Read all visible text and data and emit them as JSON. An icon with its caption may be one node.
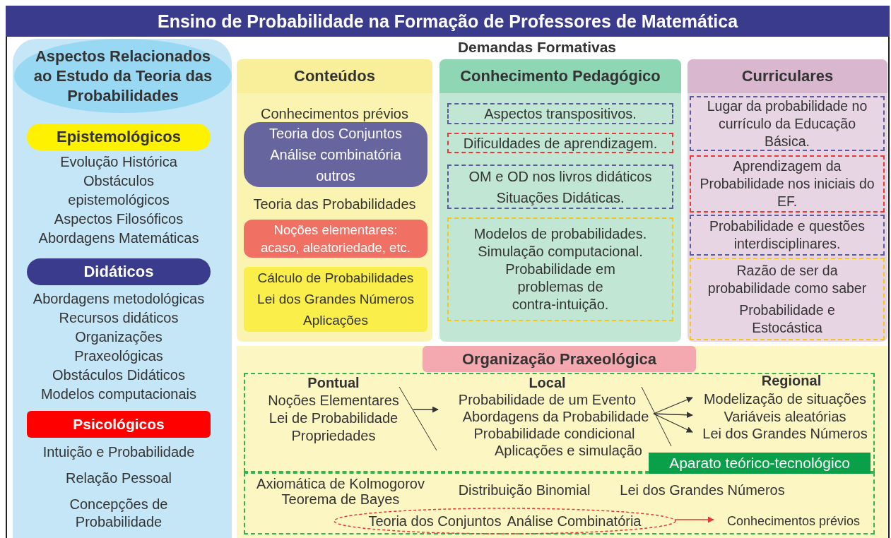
{
  "diagram": {
    "title": "Ensino de Probabilidade na Formação de Professores de Matemática",
    "nodes": [
      {
        "text": [
          "Aspectos Relacionados ao Estudo da Teoria das Probabilidades"
        ]
      },
      {
        "text": [
          "Epistemológicos"
        ],
        "in": 0,
        "beside": [
          "Evolução Histórica",
          "Obstáculos epistemológicos",
          "Aspectos Filosóficos",
          "Abordagens Matemáticas"
        ]
      },
      {
        "text": [
          "Didáticos"
        ],
        "in": 0,
        "beside": [
          "Abordagens metodológicas",
          "Recursos didáticos",
          "Organizações Praxeológicas",
          "Obstáculos Didáticos",
          "Modelos computacionais"
        ]
      },
      {
        "text": [
          "Psicológicos"
        ],
        "in": 0,
        "beside": [
          "Intuição e Probabilidade",
          "Relação Pessoal",
          "Concepções de Probabilidade"
        ]
      },
      {
        "text": [
          "Conteúdos",
          "Conhecimentos prévios",
          "Teoria das Probabilidades"
        ]
      },
      {
        "text": [
          "Teoria dos Conjuntos",
          "Análise combinatória",
          "outros"
        ],
        "in": 4
      },
      {
        "text": [
          "Noções elementares: acaso, aleatoriedade, etc."
        ],
        "in": 4
      },
      {
        "text": [
          "Cálculo de Probabilidades",
          "Lei dos Grandes Números",
          "Aplicações"
        ],
        "in": 4
      },
      {
        "text": [
          "Conhecimento Pedagógico"
        ]
      },
      {
        "text": [
          "Aspectos transpositivos."
        ],
        "in": 8
      },
      {
        "text": [
          "Dificuldades de aprendizagem."
        ],
        "in": 8
      },
      {
        "text": [
          "OM e OD nos livros didáticos",
          "Situações Didáticas."
        ],
        "in": 8
      },
      {
        "text": [
          "Modelos de probabilidades.",
          "Simulação computacional.",
          "Probabilidade em problemas de contra-intuição."
        ],
        "in": 8
      },
      {
        "text": [
          "Curriculares"
        ]
      },
      {
        "text": [
          "Lugar da probabilidade no currículo da Educação Básica."
        ],
        "in": 13
      },
      {
        "text": [
          "Aprendizagem da Probabilidade nos iniciais do EF."
        ],
        "in": 13
      },
      {
        "text": [
          "Probabilidade e questões interdisciplinares."
        ],
        "in": 13
      },
      {
        "text": [
          "Razão de ser da probabilidade como saber",
          "Probabilidade e Estocástica"
        ],
        "in": 13
      },
      {
        "text": [
          "Organização Praxeológica"
        ]
      },
      {
        "text": [
          "Aparato teórico-tecnológico"
        ],
        "in": 18
      },
      {
        "text": [
          "Pontual",
          "Noções Elementares",
          "Lei de Probabilidade",
          "Propriedades"
        ],
        "in": 19
      },
      {
        "text": [
          "Local",
          "Probabilidade de um Evento",
          "Abordagens da Probabilidade",
          "Probabilidade condicional",
          "Aplicações e simulação"
        ],
        "in": 19
      },
      {
        "text": [
          "Modelização de situações"
        ],
        "in": 19
      },
      {
        "text": [
          "Variáveis aleatórias"
        ],
        "in": 19
      },
      {
        "text": [
          "Lei dos Grandes Números"
        ],
        "in": 19
      },
      {
        "text": [
          "Axiomática de Kolmogorov",
          "Teorema de Bayes",
          "Distribuição Binomial",
          "Lei dos Grandes Números"
        ],
        "in": 18
      },
      {
        "text": [
          "Teoria dos Conjuntos",
          "Análise Combinatória"
        ],
        "in": 25
      },
      {
        "text": [
          "Conhecimentos prévios"
        ],
        "in": 25
      }
    ],
    "edges": [
      {
        "from": 20,
        "to": 21,
        "arrow": "to"
      },
      {
        "from": 21,
        "to": 22,
        "arrow": "to"
      },
      {
        "from": 21,
        "to": 23,
        "arrow": "to"
      },
      {
        "from": 21,
        "to": 24,
        "arrow": "to"
      },
      {
        "from": 26,
        "to": 27,
        "arrow": "to",
        "color": "#e53935"
      }
    ],
    "labels": [
      "Demandas Formativas",
      "Regional"
    ]
  }
}
